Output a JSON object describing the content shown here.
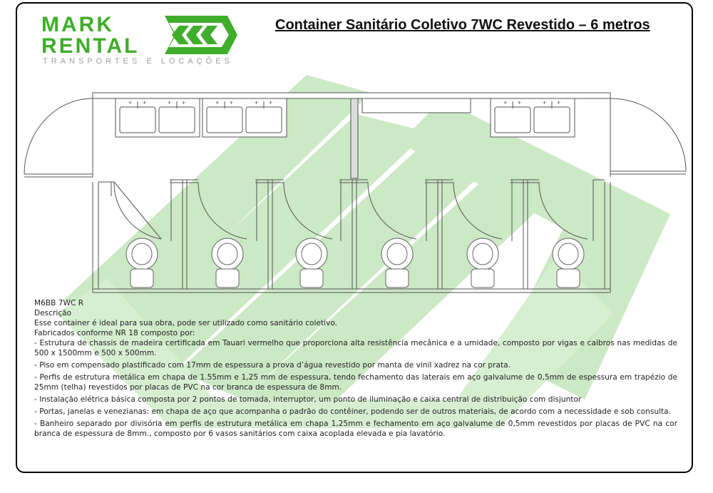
{
  "brand": {
    "word1": "MARK",
    "word2": "RENTAL",
    "tagline": "TRANSPORTES E LOCAÇÕES",
    "logo_color": "#3fae2a",
    "tagline_color": "#9aa0a6"
  },
  "title": "Container Sanitário Coletivo 7WC Revestido – 6 metros",
  "model_code": "M6BB 7WC R",
  "description_heading": "Descrição",
  "description_text": "Esse container é ideal para sua obra, pode ser utilizado como sanitário coletivo.",
  "manufacture_heading": "Fabricados conforme NR 18 composto por:",
  "items": [
    "- Estrutura de chassis de madeira certificada em Tauari vermelho que proporciona alta resistência mecânica e a umidade, composto por vigas e caibros nas medidas de 500 x 1500mm e 500 x 500mm.",
    "- Piso em compensado plastificado com 17mm de espessura a prova d’água revestido por manta de vinil xadrez na cor prata.",
    "- Perfis de estrutura metálica em chapa de 1.55mm e 1,25 mm de espessura, tendo fechamento das laterais em aço galvalume de 0,5mm de espessura em trapézio de 25mm (telha) revestidos por placas de PVC na cor branca de espessura de 8mm.",
    "- Instalação elétrica básica composta por 2 pontos de tomada, interruptor, um ponto de iluminação e caixa central de distribuição com disjuntor",
    "- Portas, janelas e venezianas: em chapa de aço que acompanha o padrão do contêiner, podendo ser de outros materiais, de acordo com a necessidade e sob consulta.",
    "- Banheiro separado por divisória em perfis de estrutura metálica em chapa 1,25mm e fechamento em aço galvalume de 0,5mm revestidos por placas de PVC na cor branca de espessura de 8mm., composto por 6 vasos sanitários com caixa acoplada elevada e pia lavatório."
  ],
  "plan": {
    "sink_units": 3,
    "toilets": 6,
    "watermark_color": "#3fae2a"
  }
}
